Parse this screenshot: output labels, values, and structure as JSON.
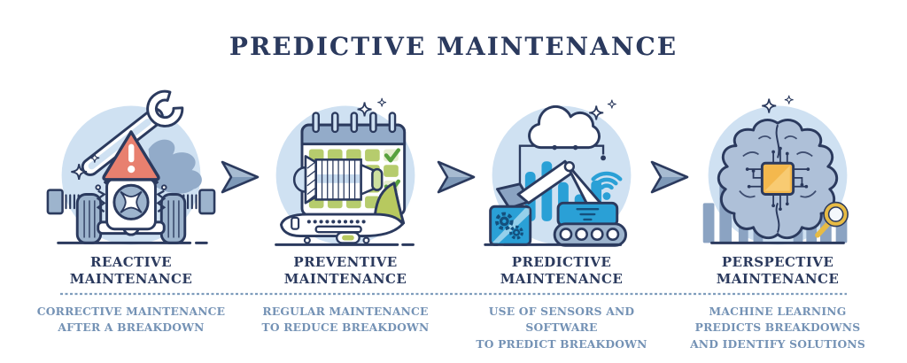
{
  "title": "PREDICTIVE MAINTENANCE",
  "stages": [
    {
      "name": "REACTIVE MAINTENANCE",
      "description": "CORRECTIVE MAINTENANCE\nAFTER A BREAKDOWN",
      "illustration": "broken-car-chassis-with-warning-triangle-and-wrench"
    },
    {
      "name": "PREVENTIVE MAINTENANCE",
      "description": "REGULAR MAINTENANCE\nTO REDUCE BREAKDOWN",
      "illustration": "maintenance-calendar-with-jet-engine-and-airplane"
    },
    {
      "name": "PREDICTIVE MAINTENANCE",
      "description": "USE OF SENSORS AND SOFTWARE\nTO PREDICT BREAKDOWN",
      "illustration": "cloud-connected-sensors-chart-and-machine"
    },
    {
      "name": "PERSPECTIVE MAINTENANCE",
      "description": "MACHINE LEARNING\nPREDICTS BREAKDOWNS\nAND IDENTIFY SOLUTIONS",
      "illustration": "ai-brain-with-microchip-and-magnifier"
    }
  ],
  "arrows": {
    "count": 3,
    "direction": "right"
  },
  "colors": {
    "title_text": "#2b3a5e",
    "heading_text": "#2b3a5e",
    "description_text": "#7492b5",
    "divider_dash": "#7e9cbc",
    "outline_navy": "#2b3a5e",
    "circle_background": "#cfe1f2",
    "arrow_fill": "#7e99b8",
    "arrow_facet": "#a7bbd1",
    "alert_red": "#e8806f",
    "accent_blue": "#2aa0d6",
    "steel_blue": "#9db4cd",
    "smoke_blue": "#92abc9",
    "calendar_green": "#b6cc6d",
    "check_green": "#58a13e",
    "plane_tail_green": "#b7c95f",
    "chip_orange": "#f4b84d",
    "magnifier_yellow": "#e7bb44",
    "brain_fill": "#aec0d8"
  }
}
